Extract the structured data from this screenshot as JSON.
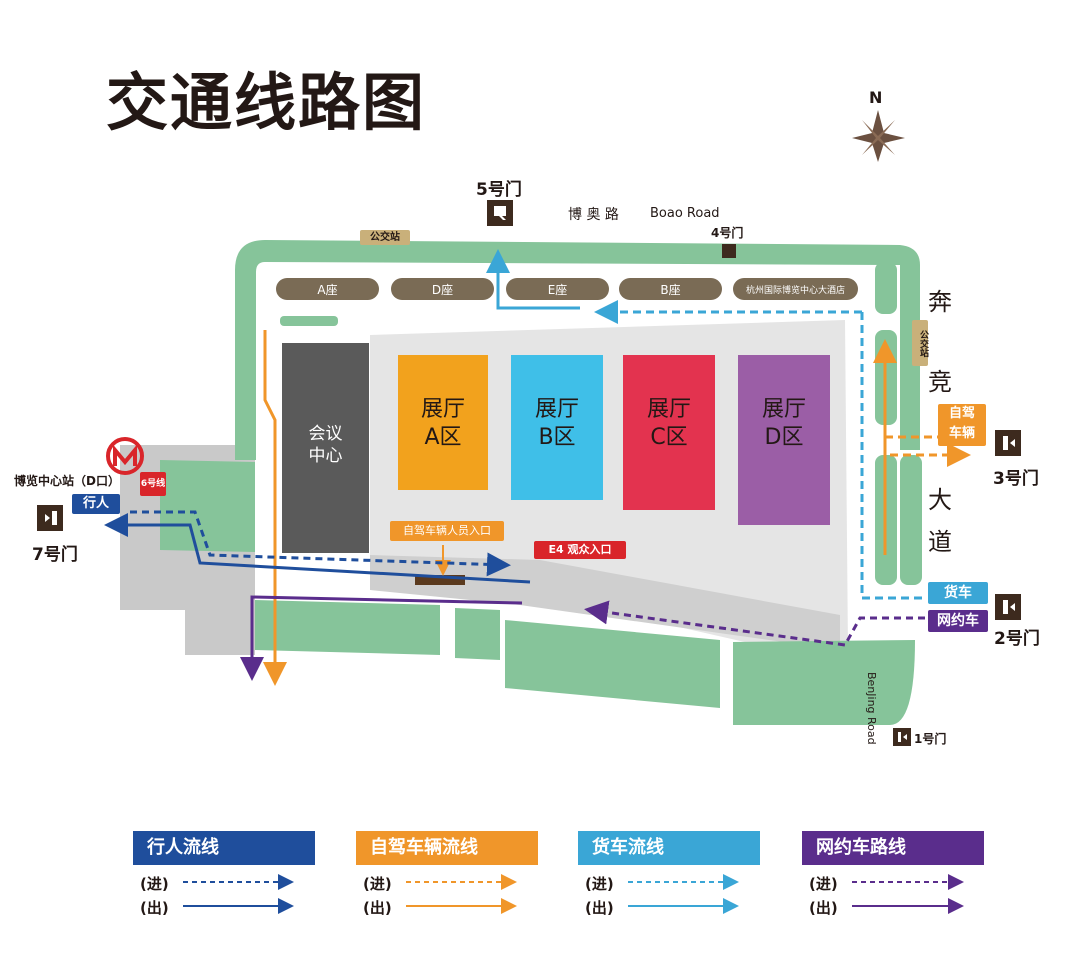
{
  "title": "交通线路图",
  "compass": {
    "north": "N"
  },
  "roads": {
    "boao_cn": "博 奥 路",
    "boao_en": "Boao Road",
    "benjing_en": "BenJing Road",
    "benjing_cn": [
      "奔",
      "竞",
      "大",
      "道"
    ]
  },
  "gates": {
    "gate5": "5号门",
    "gate4": "4号门",
    "gate3": "3号门",
    "gate2": "2号门",
    "gate1": "1号门",
    "gate7": "7号门"
  },
  "bus_stops": {
    "top": "公交站",
    "right": "公交站"
  },
  "buildings": {
    "a_zuo": "A座",
    "d_zuo": "D座",
    "e_zuo": "E座",
    "b_zuo": "B座",
    "hotel": "杭州国际博览中心大酒店",
    "conference": [
      "会议",
      "中心"
    ],
    "hall_a": [
      "展厅",
      "A区"
    ],
    "hall_b": [
      "展厅",
      "B区"
    ],
    "hall_c": [
      "展厅",
      "C区"
    ],
    "hall_d": [
      "展厅",
      "D区"
    ]
  },
  "labels": {
    "driver_entrance": "自驾车辆人员入口",
    "e4": "E4",
    "audience_entrance": "观众入口",
    "metro_station": "博览中心站（D口）",
    "line6": "6号线",
    "pedestrian_tag": "行人",
    "selfdrive_tag": [
      "自驾",
      "车辆"
    ],
    "truck_tag": "货车",
    "ridehail_tag": "网约车"
  },
  "legend": [
    {
      "title": "行人流线",
      "color": "#1f4e9c",
      "in": "(进)",
      "out": "(出)"
    },
    {
      "title": "自驾车辆流线",
      "color": "#f0962a",
      "in": "(进)",
      "out": "(出)"
    },
    {
      "title": "货车流线",
      "color": "#3aa6d6",
      "in": "(进)",
      "out": "(出)"
    },
    {
      "title": "网约车路线",
      "color": "#5a2d8c",
      "in": "(进)",
      "out": "(出)"
    }
  ],
  "colors": {
    "green": "#86c49a",
    "building_brown": "#7a6b55",
    "pedestrian": "#1f4e9c",
    "selfdrive": "#f0962a",
    "truck": "#3aa6d6",
    "ridehail": "#5a2d8c",
    "hall_a": "#f2a21d",
    "hall_b": "#3fbfe8",
    "hall_c": "#e3334f",
    "hall_d": "#9b5ea6",
    "conference": "#5a5a5a",
    "metro_red": "#d9252a"
  }
}
